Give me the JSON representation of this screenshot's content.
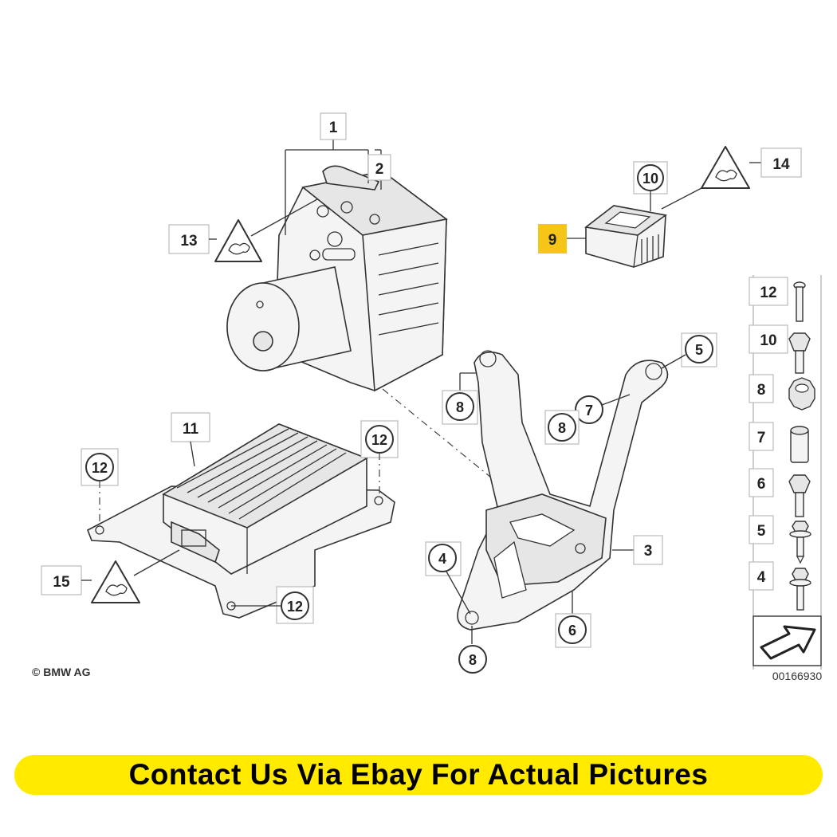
{
  "copyright": "© BMW AG",
  "diagram_number": "00166930",
  "banner_text": "Contact Us Via Ebay For Actual Pictures",
  "highlight_color": "#f5c518",
  "banner_color": "#ffea00",
  "callouts": {
    "c1": "1",
    "c2": "2",
    "c3": "3",
    "c4a": "4",
    "c5a": "5",
    "c6a": "6",
    "c7a": "7",
    "c8a": "8",
    "c8b": "8",
    "c8c": "8",
    "c9": "9",
    "c10a": "10",
    "c11": "11",
    "c12a": "12",
    "c12b": "12",
    "c12c": "12",
    "c13": "13",
    "c14": "14",
    "c15": "15"
  },
  "legend": [
    {
      "num": "12",
      "icon": "long-bolt-icon"
    },
    {
      "num": "10",
      "icon": "hex-bolt-icon"
    },
    {
      "num": "8",
      "icon": "rubber-mount-icon"
    },
    {
      "num": "7",
      "icon": "bushing-icon"
    },
    {
      "num": "6",
      "icon": "hex-bolt-icon"
    },
    {
      "num": "5",
      "icon": "washer-bolt-icon"
    },
    {
      "num": "4",
      "icon": "washer-bolt-icon"
    }
  ]
}
